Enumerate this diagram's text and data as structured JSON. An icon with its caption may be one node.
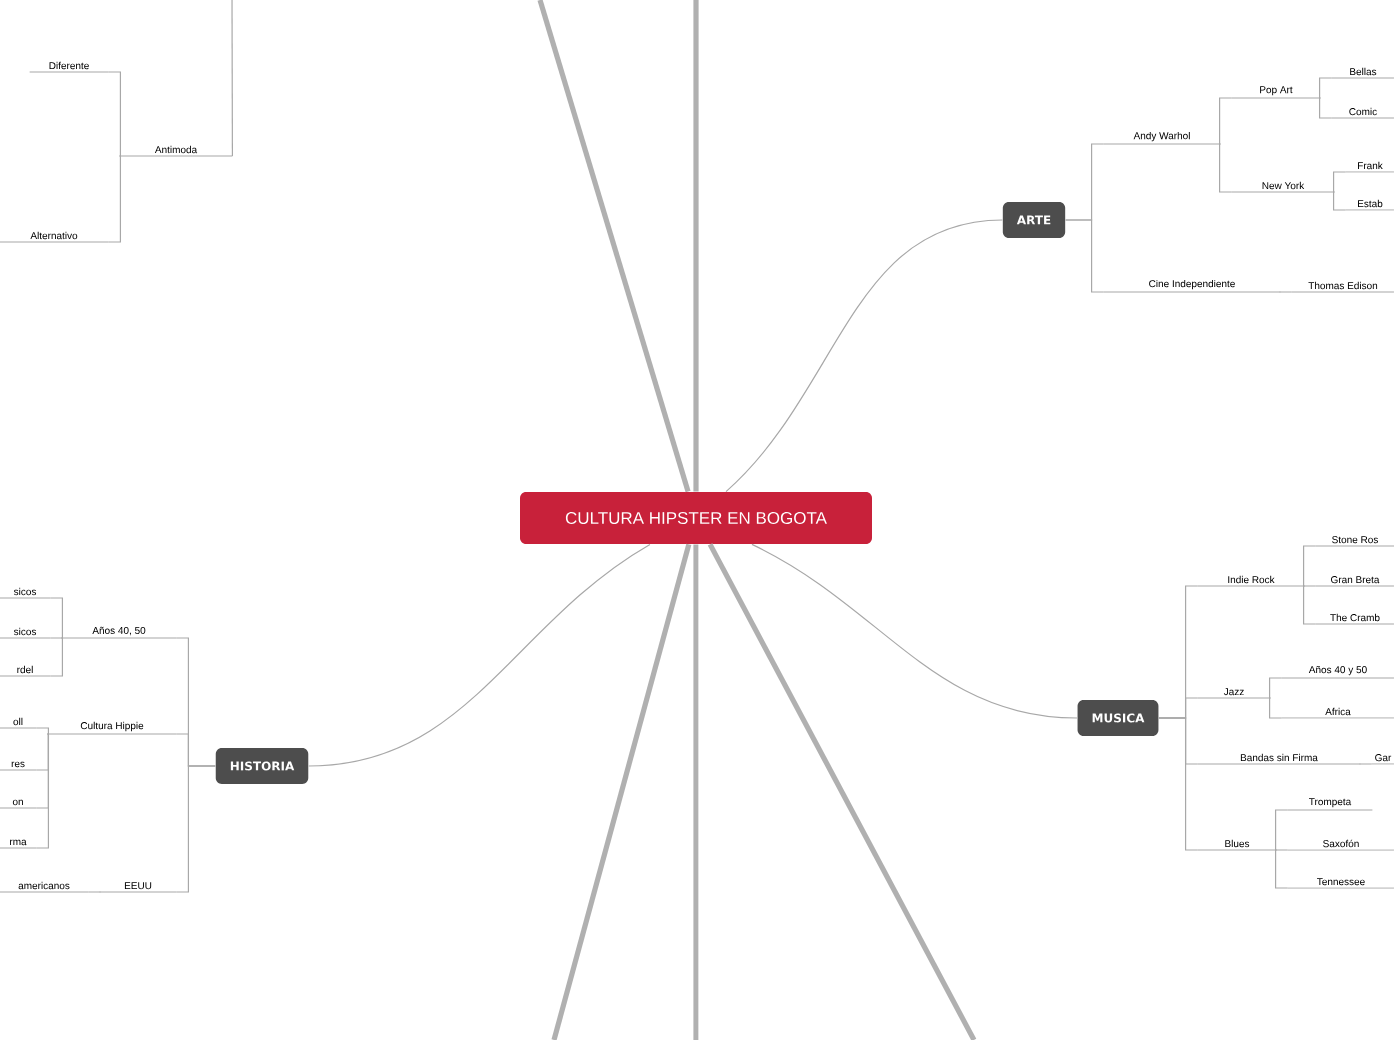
{
  "diagram": {
    "nodes": [
      {
        "text": [
          "CULTURA HIPSTER EN BOGOTA"
        ]
      },
      {
        "text": [
          "Diferente"
        ]
      },
      {
        "text": [
          "Antimoda"
        ]
      },
      {
        "text": [
          "Alternativo"
        ]
      },
      {
        "text": [
          "ARTE"
        ]
      },
      {
        "text": [
          "Andy Warhol"
        ]
      },
      {
        "text": [
          "Pop Art"
        ]
      },
      {
        "text": [
          "Bellas"
        ]
      },
      {
        "text": [
          "Comic"
        ]
      },
      {
        "text": [
          "New York"
        ]
      },
      {
        "text": [
          "Frank"
        ]
      },
      {
        "text": [
          "Estab"
        ]
      },
      {
        "text": [
          "Cine Independiente"
        ]
      },
      {
        "text": [
          "Thomas Edison"
        ]
      },
      {
        "text": [
          "HISTORIA"
        ]
      },
      {
        "text": [
          "Años 40, 50"
        ]
      },
      {
        "text": [
          "sicos"
        ]
      },
      {
        "text": [
          "sicos"
        ]
      },
      {
        "text": [
          "rdel"
        ]
      },
      {
        "text": [
          "Cultura Hippie"
        ]
      },
      {
        "text": [
          "oll"
        ]
      },
      {
        "text": [
          "res"
        ]
      },
      {
        "text": [
          "on"
        ]
      },
      {
        "text": [
          "rma"
        ]
      },
      {
        "text": [
          "EEUU"
        ]
      },
      {
        "text": [
          "americanos"
        ]
      },
      {
        "text": [
          "MUSICA"
        ]
      },
      {
        "text": [
          "Indie Rock"
        ]
      },
      {
        "text": [
          "Stone Ros"
        ]
      },
      {
        "text": [
          "Gran Breta"
        ]
      },
      {
        "text": [
          "The Cramb"
        ]
      },
      {
        "text": [
          "Jazz"
        ]
      },
      {
        "text": [
          "Años 40 y 50"
        ]
      },
      {
        "text": [
          "Africa"
        ]
      },
      {
        "text": [
          "Bandas sin Firma"
        ]
      },
      {
        "text": [
          "Gar"
        ]
      },
      {
        "text": [
          "Blues"
        ]
      },
      {
        "text": [
          "Trompeta"
        ]
      },
      {
        "text": [
          "Saxofón"
        ]
      },
      {
        "text": [
          "Tennessee"
        ]
      }
    ],
    "edges": [
      {
        "from": 0,
        "to": 4,
        "arrow": "none"
      },
      {
        "from": 0,
        "to": 14,
        "arrow": "none"
      },
      {
        "from": 0,
        "to": 26,
        "arrow": "none"
      },
      {
        "from": 0,
        "to": null,
        "arrow": "none",
        "style": "thick"
      },
      {
        "from": 0,
        "to": null,
        "arrow": "none",
        "style": "thick"
      },
      {
        "from": 0,
        "to": null,
        "arrow": "none",
        "style": "thick"
      },
      {
        "from": 0,
        "to": null,
        "arrow": "none",
        "style": "thick"
      },
      {
        "from": 0,
        "to": null,
        "arrow": "none",
        "style": "thick"
      },
      {
        "from": 2,
        "to": null,
        "arrow": "none"
      },
      {
        "from": 2,
        "to": 1,
        "arrow": "none"
      },
      {
        "from": 2,
        "to": 3,
        "arrow": "none"
      },
      {
        "from": 4,
        "to": 5,
        "arrow": "none"
      },
      {
        "from": 4,
        "to": 12,
        "arrow": "none"
      },
      {
        "from": 5,
        "to": 6,
        "arrow": "none"
      },
      {
        "from": 5,
        "to": 9,
        "arrow": "none"
      },
      {
        "from": 6,
        "to": 7,
        "arrow": "none"
      },
      {
        "from": 6,
        "to": 8,
        "arrow": "none"
      },
      {
        "from": 9,
        "to": 10,
        "arrow": "none"
      },
      {
        "from": 9,
        "to": 11,
        "arrow": "none"
      },
      {
        "from": 12,
        "to": 13,
        "arrow": "none"
      },
      {
        "from": 14,
        "to": 15,
        "arrow": "none"
      },
      {
        "from": 14,
        "to": 19,
        "arrow": "none"
      },
      {
        "from": 14,
        "to": 24,
        "arrow": "none"
      },
      {
        "from": 15,
        "to": 16,
        "arrow": "none"
      },
      {
        "from": 15,
        "to": 17,
        "arrow": "none"
      },
      {
        "from": 15,
        "to": 18,
        "arrow": "none"
      },
      {
        "from": 19,
        "to": 20,
        "arrow": "none"
      },
      {
        "from": 19,
        "to": 21,
        "arrow": "none"
      },
      {
        "from": 19,
        "to": 22,
        "arrow": "none"
      },
      {
        "from": 19,
        "to": 23,
        "arrow": "none"
      },
      {
        "from": 24,
        "to": 25,
        "arrow": "none"
      },
      {
        "from": 26,
        "to": 27,
        "arrow": "none"
      },
      {
        "from": 26,
        "to": 31,
        "arrow": "none"
      },
      {
        "from": 26,
        "to": 34,
        "arrow": "none"
      },
      {
        "from": 26,
        "to": 36,
        "arrow": "none"
      },
      {
        "from": 27,
        "to": 28,
        "arrow": "none"
      },
      {
        "from": 27,
        "to": 29,
        "arrow": "none"
      },
      {
        "from": 27,
        "to": 30,
        "arrow": "none"
      },
      {
        "from": 31,
        "to": 32,
        "arrow": "none"
      },
      {
        "from": 31,
        "to": 33,
        "arrow": "none"
      },
      {
        "from": 34,
        "to": 35,
        "arrow": "none"
      },
      {
        "from": 36,
        "to": 37,
        "arrow": "none"
      },
      {
        "from": 36,
        "to": 38,
        "arrow": "none"
      },
      {
        "from": 36,
        "to": 39,
        "arrow": "none"
      }
    ]
  }
}
